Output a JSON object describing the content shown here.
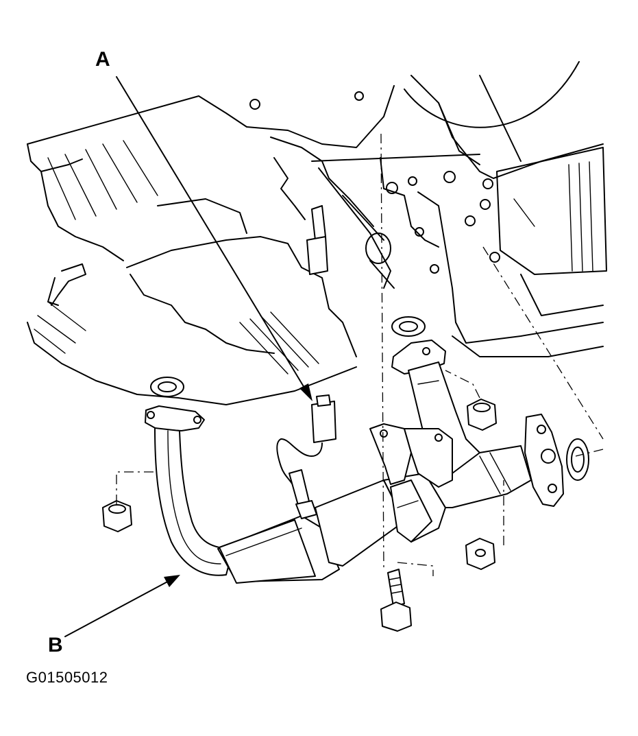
{
  "diagram": {
    "callouts": {
      "a": "A",
      "b": "B"
    },
    "figure_id": "G01505012"
  }
}
